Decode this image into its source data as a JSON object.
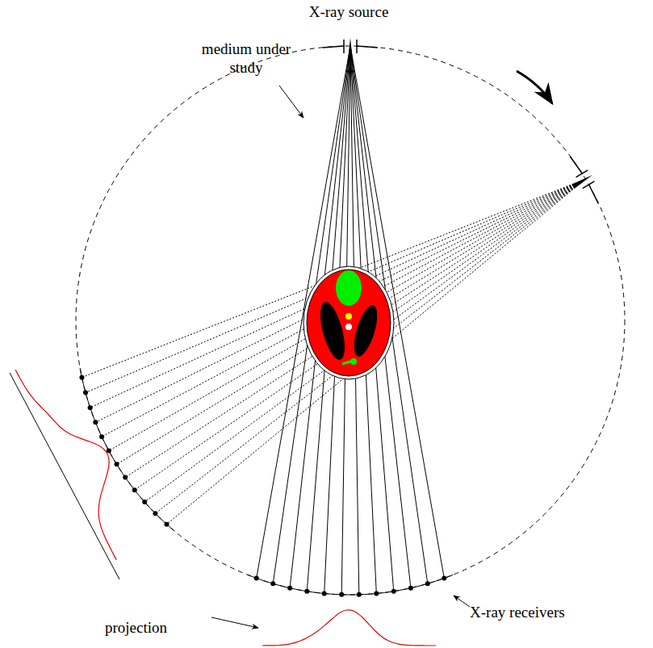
{
  "diagram": {
    "labels": [
      "X-ray source",
      "medium under study",
      "X-ray receivers",
      "projection"
    ]
  }
}
